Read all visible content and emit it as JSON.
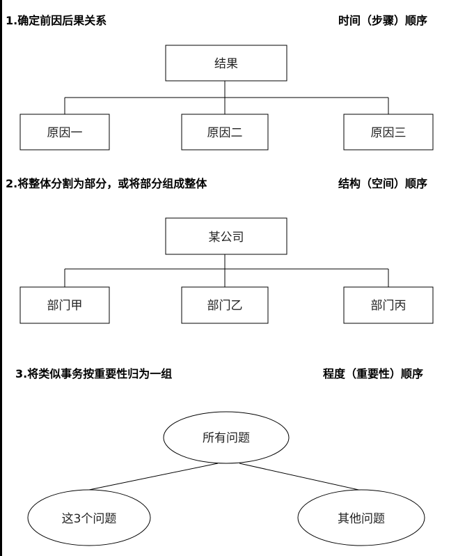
{
  "section1": {
    "heading": "1.确定前因后果关系",
    "order": "时间（步骤）顺序",
    "root": "结果",
    "children": [
      "原因一",
      "原因二",
      "原因三"
    ]
  },
  "section2": {
    "heading": "2.将整体分割为部分，或将部分组成整体",
    "order": "结构（空间）顺序",
    "root": "某公司",
    "children": [
      "部门甲",
      "部门乙",
      "部门丙"
    ]
  },
  "section3": {
    "heading": "3.将类似事务按重要性归为一组",
    "order": "程度（重要性）顺序",
    "root": "所有问题",
    "children": [
      "这3个问题",
      "其他问题"
    ]
  }
}
